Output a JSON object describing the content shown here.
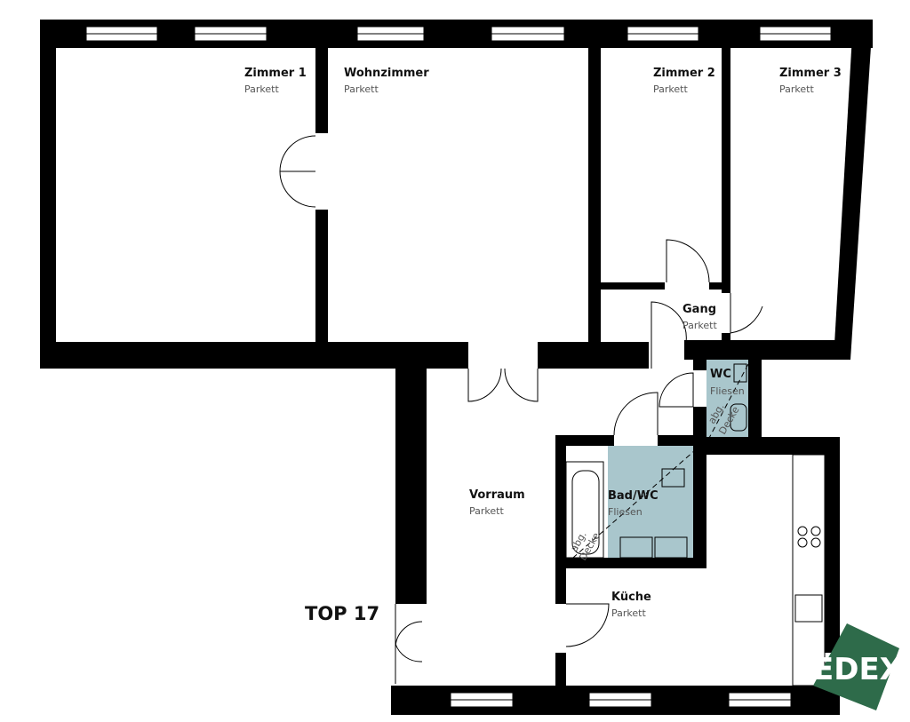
{
  "plan": {
    "unit_label": "TOP 17",
    "rooms": [
      {
        "name": "Zimmer 1",
        "floor": "Parkett"
      },
      {
        "name": "Wohnzimmer",
        "floor": "Parkett"
      },
      {
        "name": "Zimmer 2",
        "floor": "Parkett"
      },
      {
        "name": "Zimmer 3",
        "floor": "Parkett"
      },
      {
        "name": "Gang",
        "floor": "Parkett"
      },
      {
        "name": "WC",
        "floor": "Fliesen"
      },
      {
        "name": "Bad/WC",
        "floor": "Fliesen"
      },
      {
        "name": "Vorraum",
        "floor": "Parkett"
      },
      {
        "name": "Küche",
        "floor": "Parkett"
      }
    ],
    "ceiling_note_1": "abg.",
    "ceiling_note_2": "Decke",
    "tile_color": "#a9c6cc",
    "wall_color": "#000000"
  },
  "logo": {
    "text": "EDEX",
    "color": "#2e6b4a"
  }
}
